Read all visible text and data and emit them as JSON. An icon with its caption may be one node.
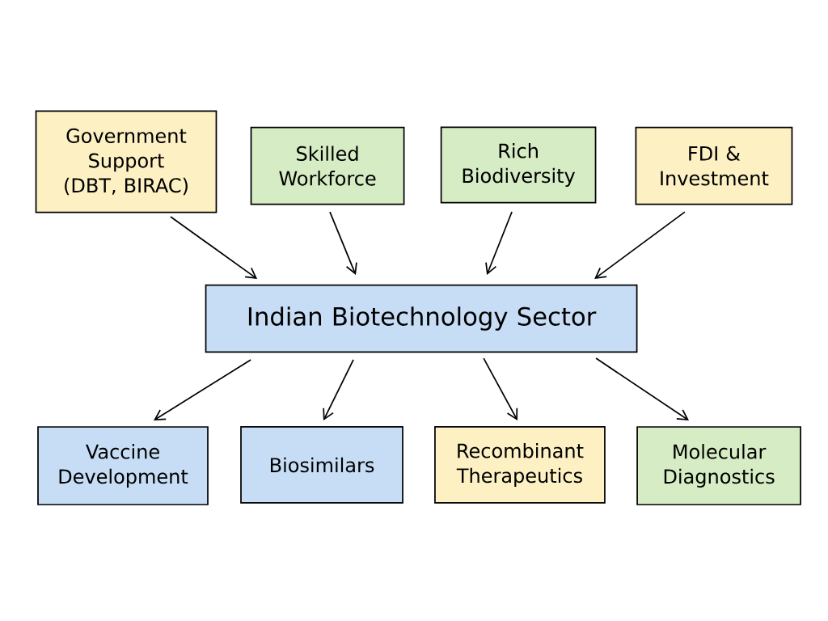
{
  "diagram": {
    "nodes": [
      {
        "text": [
          "Government Support (DBT, BIRAC)"
        ]
      },
      {
        "text": [
          "Skilled Workforce"
        ]
      },
      {
        "text": [
          "Rich Biodiversity"
        ]
      },
      {
        "text": [
          "FDI & Investment"
        ]
      },
      {
        "text": [
          "Indian Biotechnology Sector"
        ]
      },
      {
        "text": [
          "Vaccine Development"
        ]
      },
      {
        "text": [
          "Biosimilars"
        ]
      },
      {
        "text": [
          "Recombinant Therapeutics"
        ]
      },
      {
        "text": [
          "Molecular Diagnostics"
        ]
      }
    ],
    "edges": [
      {
        "from": 0,
        "to": 4,
        "arrow": "to"
      },
      {
        "from": 1,
        "to": 4,
        "arrow": "to"
      },
      {
        "from": 2,
        "to": 4,
        "arrow": "to"
      },
      {
        "from": 3,
        "to": 4,
        "arrow": "to"
      },
      {
        "from": 4,
        "to": 5,
        "arrow": "to"
      },
      {
        "from": 4,
        "to": 6,
        "arrow": "to"
      },
      {
        "from": 4,
        "to": 7,
        "arrow": "to"
      },
      {
        "from": 4,
        "to": 8,
        "arrow": "to"
      }
    ]
  }
}
